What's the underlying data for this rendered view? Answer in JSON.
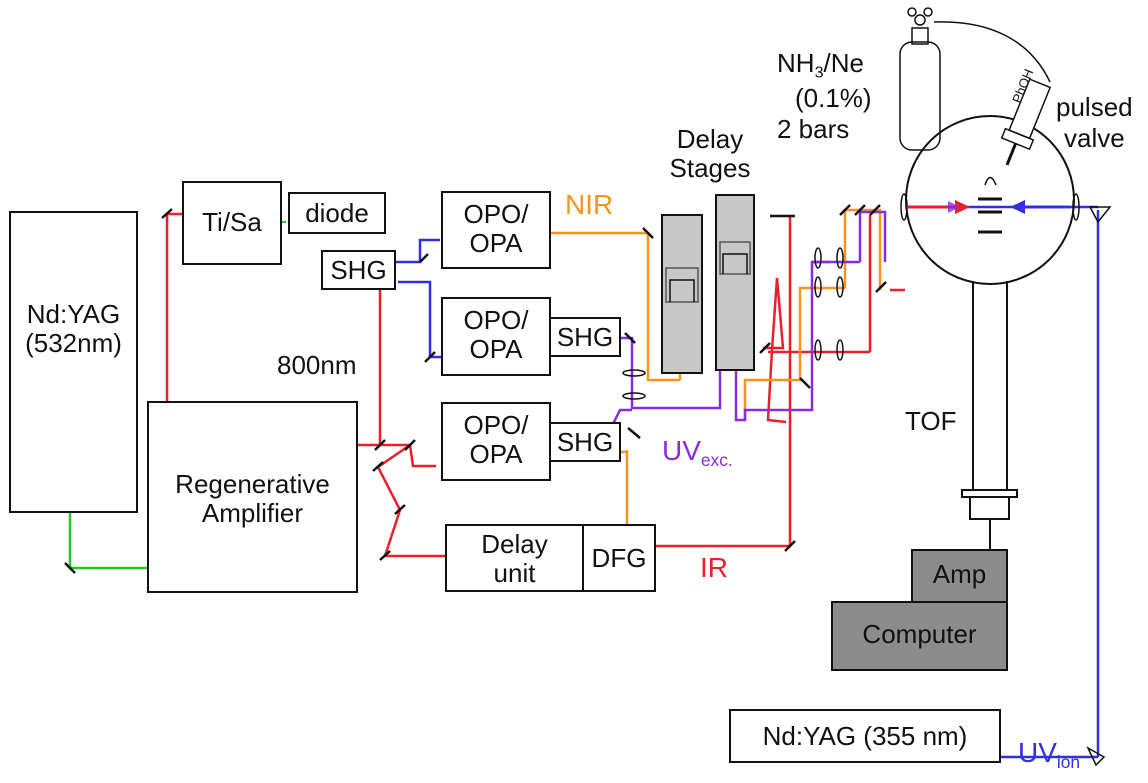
{
  "components": {
    "ndyag_532": {
      "line1": "Nd:YAG",
      "line2": "(532nm)"
    },
    "tisa": "Ti/Sa",
    "diode": "diode",
    "regen_amp": {
      "line1": "Regenerative",
      "line2": "Amplifier"
    },
    "shg_main": "SHG",
    "label_800nm": "800nm",
    "opo1": {
      "line1": "OPO/",
      "line2": "OPA"
    },
    "opo2": {
      "line1": "OPO/",
      "line2": "OPA"
    },
    "opo3": {
      "line1": "OPO/",
      "line2": "OPA"
    },
    "shg2": "SHG",
    "shg3": "SHG",
    "delay_unit": {
      "line1": "Delay",
      "line2": "unit"
    },
    "dfg": "DFG",
    "delay_stages": {
      "line1": "Delay",
      "line2": "Stages"
    },
    "gas": {
      "line1_base": "NH",
      "line1_sub": "3",
      "line1_rest": "/Ne",
      "line2": "(0.1%)",
      "line3": "2 bars"
    },
    "phoh": "PhOH",
    "pulsed_valve": {
      "line1": "pulsed",
      "line2": "valve"
    },
    "tof": "TOF",
    "amp": "Amp",
    "computer": "Computer",
    "ndyag_355": "Nd:YAG (355 nm)"
  },
  "beams": {
    "nir": "NIR",
    "uv_exc": {
      "base": "UV",
      "sub": "exc."
    },
    "ir": "IR",
    "uv_ion": {
      "base": "UV",
      "sub": "ion"
    }
  },
  "colors": {
    "green": "#22cc22",
    "red": "#e8202a",
    "orange": "#f7941d",
    "purple": "#8a2be2",
    "blue": "#3030e0",
    "stage_gray": "#c8c8c8",
    "box_gray": "#8c8c8c"
  }
}
